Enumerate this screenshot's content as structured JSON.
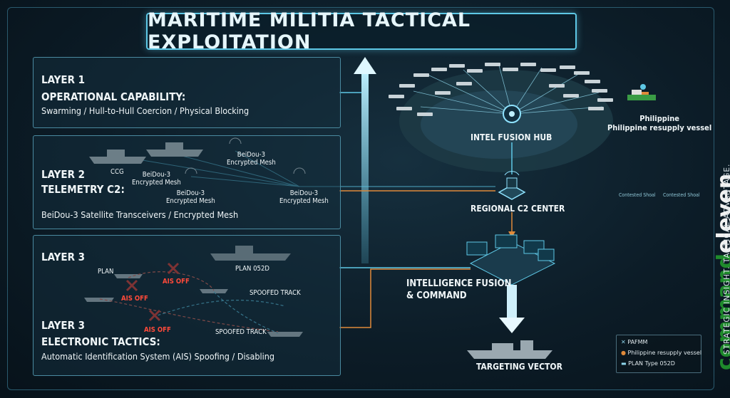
{
  "title": "MARITIME MILITIA TACTICAL EXPLOITATION",
  "layer1": {
    "heading": "LAYER 1",
    "subheading": "OPERATIONAL CAPABILITY:",
    "description": "Swarming / Hull-to-Hull Coercion / Physical Blocking"
  },
  "layer2": {
    "heading": "LAYER 2",
    "subheading": "TELEMETRY C2:",
    "description": "BeiDou-3 Satellite Transceivers / Encrypted Mesh",
    "labels": {
      "ccg": "CCG",
      "mesh_a_line1": "BeiDou-3",
      "mesh_a_line2": "Encrypted Mesh",
      "mesh_b_line1": "BeiDou-3",
      "mesh_b_line2": "Encrypted Mesh",
      "mesh_c_line1": "BeiDou-3",
      "mesh_c_line2": "Encrypted Mesh",
      "mesh_d_line1": "BeiDou-3",
      "mesh_d_line2": "Encrypted Mesh"
    }
  },
  "layer3": {
    "heading": "LAYER 3",
    "labels": {
      "plan": "PLAN",
      "plan_052d": "PLAN 052D",
      "ais_off_1": "AIS OFF",
      "ais_off_2": "AIS OFF",
      "ais_off_3": "AIS OFF",
      "spoofed_1": "SPOOFED TRACK",
      "spoofed_2": "SPOOFED TRACK"
    }
  },
  "layer3b": {
    "heading": "LAYER 3",
    "subheading": "ELECTRONIC TACTICS:",
    "description": "Automatic Identification System (AIS) Spoofing / Disabling"
  },
  "nodes": {
    "intel_hub": "INTEL FUSION HUB",
    "regional_c2": "REGIONAL C2 CENTER",
    "fusion_cmd_line1": "INTELLIGENCE FUSION",
    "fusion_cmd_line2": "& COMMAND",
    "targeting": "TARGETING VECTOR",
    "philippine_line1": "Philippine",
    "philippine_line2": "Philippine resupply vessel",
    "shoal_1": "Contested Shoal",
    "shoal_2": "Contested Shoal"
  },
  "legend": [
    {
      "icon": "x-icon",
      "label": "PAFMM"
    },
    {
      "icon": "marker-icon",
      "label": "Philippine resupply vessel"
    },
    {
      "icon": "ship-icon",
      "label": "PLAN Type 052D"
    }
  ],
  "brand": {
    "command": "command",
    "eleven": "eleven",
    "tagline": "STRATEGIC INSIGHT. TACTICAL ADVANTAGE."
  },
  "colors": {
    "accent": "#5ec8e6",
    "orange": "#e08a3a",
    "red": "#ff4a3a",
    "brand_green": "#1f8a2c"
  }
}
